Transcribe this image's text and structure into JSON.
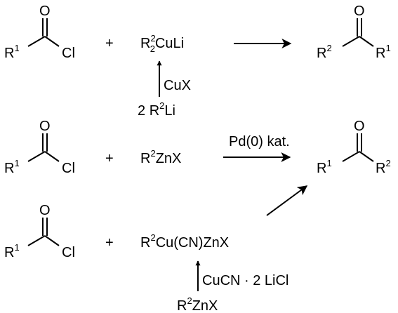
{
  "row1": {
    "acid_chloride": {
      "o": "O",
      "r": "R",
      "r_sup": "1",
      "cl": "Cl"
    },
    "plus": "+",
    "reagent": {
      "r": "R",
      "sup": "2",
      "sub": "2",
      "rest": "CuLi"
    },
    "prep_reagent": "CuX",
    "prep_source": {
      "coef": "2 ",
      "r": "R",
      "sup": "2",
      "rest": "Li"
    },
    "product": {
      "o": "O",
      "r_left": "R",
      "r_left_sup": "2",
      "r_right": "R",
      "r_right_sup": "1"
    }
  },
  "row2": {
    "acid_chloride": {
      "o": "O",
      "r": "R",
      "r_sup": "1",
      "cl": "Cl"
    },
    "plus": "+",
    "reagent": {
      "r": "R",
      "sup": "2",
      "rest": "ZnX"
    },
    "catalyst": "Pd(0) kat.",
    "product": {
      "o": "O",
      "r_left": "R",
      "r_left_sup": "1",
      "r_right": "R",
      "r_right_sup": "2"
    }
  },
  "row3": {
    "acid_chloride": {
      "o": "O",
      "r": "R",
      "r_sup": "1",
      "cl": "Cl"
    },
    "plus": "+",
    "reagent": {
      "r": "R",
      "sup": "2",
      "rest": "Cu(CN)ZnX"
    },
    "prep_reagent": "CuCN · 2 LiCl",
    "prep_source": {
      "r": "R",
      "sup": "2",
      "rest": "ZnX"
    }
  }
}
